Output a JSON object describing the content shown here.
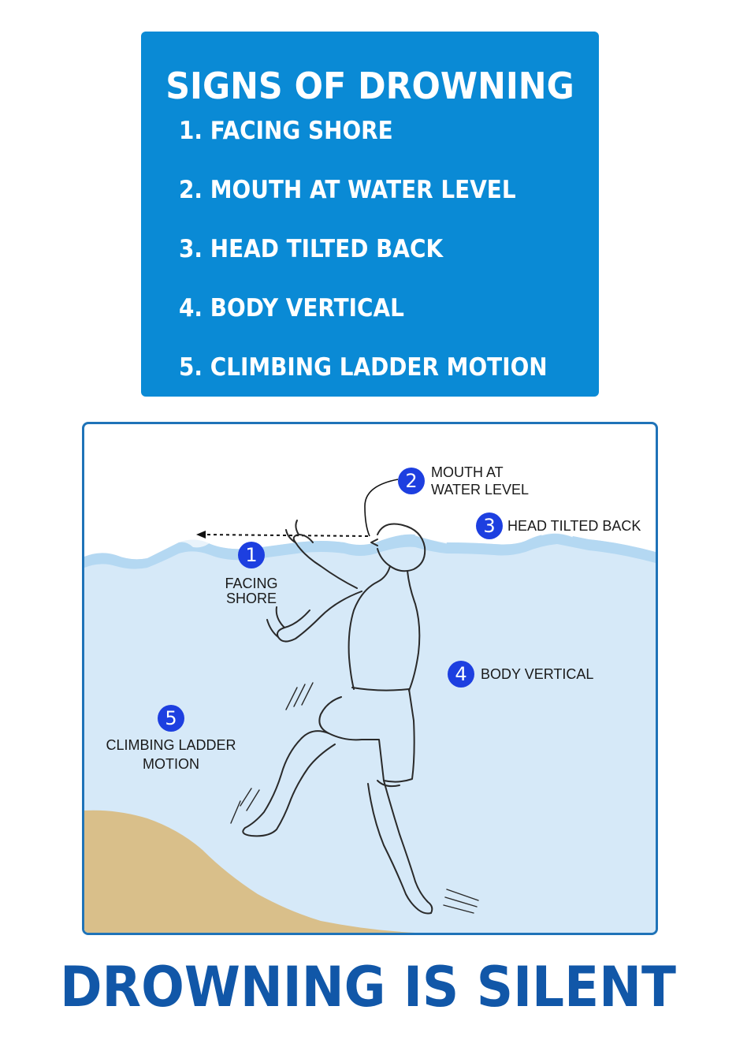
{
  "signs_box": {
    "title": "SIGNS OF DROWNING",
    "items": [
      "1. FACING SHORE",
      "2. MOUTH AT WATER LEVEL",
      "3. HEAD TILTED BACK",
      "4. BODY VERTICAL",
      "5. CLIMBING LADDER MOTION"
    ]
  },
  "diagram": {
    "colors": {
      "water": "#d6e9f8",
      "wave": "#b4d8f2",
      "sand": "#d9bf8a",
      "badge": "#1d3fe0",
      "frame": "#1f73b8"
    },
    "callouts": {
      "facing_shore": {
        "number": "1",
        "line1": "FACING",
        "line2": "SHORE"
      },
      "mouth": {
        "number": "2",
        "line1": "MOUTH AT",
        "line2": "WATER LEVEL"
      },
      "head": {
        "number": "3",
        "text": "HEAD TILTED BACK"
      },
      "body": {
        "number": "4",
        "text": "BODY VERTICAL"
      },
      "ladder": {
        "number": "5",
        "line1": "CLIMBING LADDER",
        "line2": "MOTION"
      }
    }
  },
  "footer": {
    "slogan": "DROWNING IS SILENT"
  }
}
